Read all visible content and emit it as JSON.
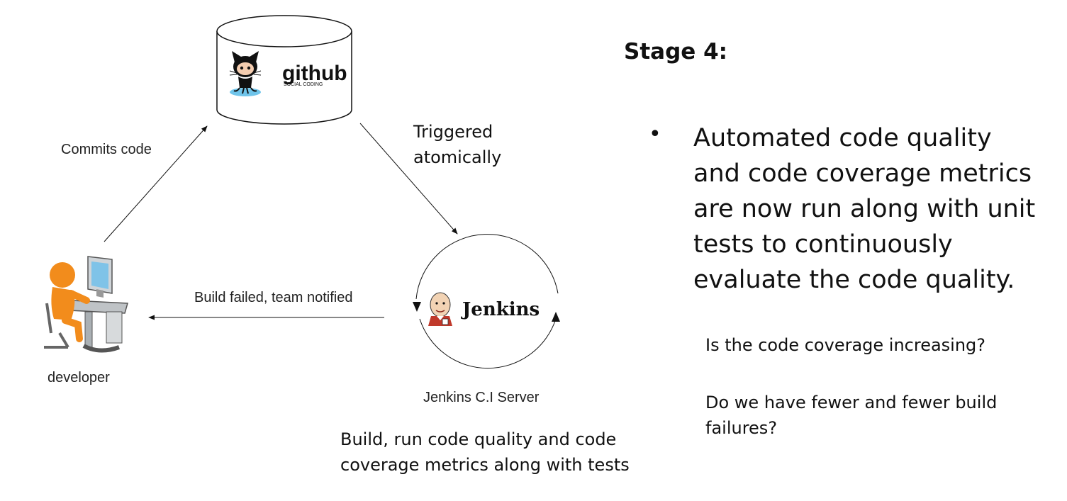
{
  "diagram": {
    "github": {
      "logo_text": "github",
      "logo_sub": "SOCIAL CODING"
    },
    "jenkins": {
      "logo_text": "Jenkins",
      "caption": "Jenkins C.I Server"
    },
    "developer": {
      "caption": "developer"
    },
    "edges": {
      "commit": "Commits code",
      "trigger": "Triggered atomically",
      "notify": "Build failed, team notified"
    },
    "process_note": "Build, run code quality and code coverage metrics along with tests"
  },
  "panel": {
    "title": "Stage 4:",
    "bullet_symbol": "•",
    "bullet": "Automated code quality and code coverage metrics are now run along with unit tests to continuously evaluate the code quality.",
    "question_1": "Is the code coverage increasing?",
    "question_2": "Do we have fewer and fewer build failures?"
  },
  "colors": {
    "developer": "#f28c1c",
    "github_water": "#6fc4ea",
    "jenkins_red": "#c0392b"
  }
}
